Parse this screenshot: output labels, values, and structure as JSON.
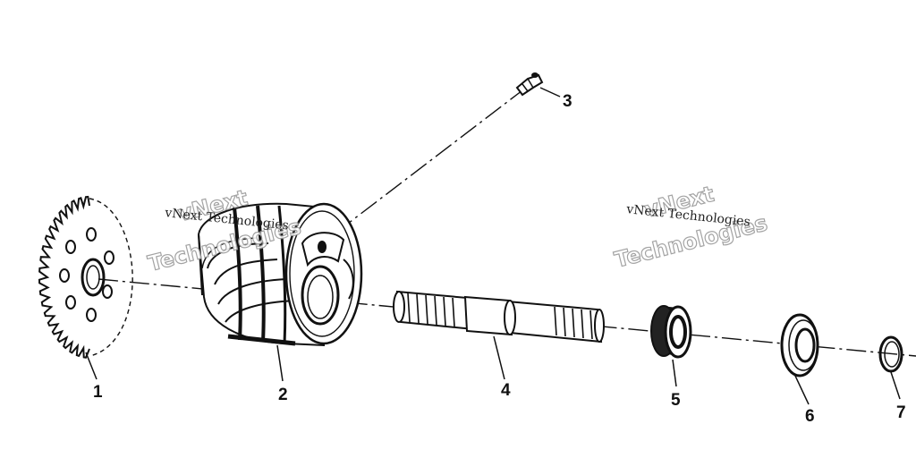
{
  "diagram": {
    "callouts": [
      {
        "id": "1",
        "label": "1"
      },
      {
        "id": "2",
        "label": "2"
      },
      {
        "id": "3",
        "label": "3"
      },
      {
        "id": "4",
        "label": "4"
      },
      {
        "id": "5",
        "label": "5"
      },
      {
        "id": "6",
        "label": "6"
      },
      {
        "id": "7",
        "label": "7"
      }
    ],
    "watermarks": [
      {
        "line1": "vNext",
        "line2": "Technologies",
        "caption": "vNext Technologies"
      },
      {
        "line1": "vNext",
        "line2": "Technologies",
        "caption": "vNext Technologies"
      }
    ],
    "colors": {
      "ink": "#111111",
      "watermark": "#9a9a9a",
      "background": "#ffffff"
    }
  }
}
